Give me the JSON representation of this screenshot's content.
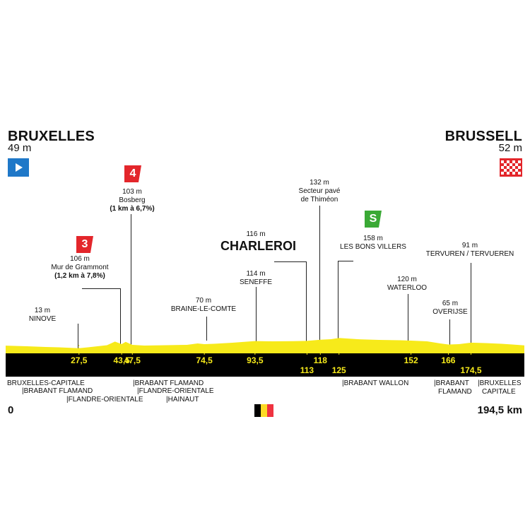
{
  "start": {
    "name": "BRUXELLES",
    "altitude": "49 m",
    "km": "0"
  },
  "finish": {
    "name": "BRUSSELL",
    "altitude": "52 m",
    "km": "194,5 km"
  },
  "climbs": [
    {
      "category": "3",
      "altitude": "106 m",
      "name": "Mur de Grammont",
      "detail": "(1,2 km à 7,8%)",
      "color": "#e3262b"
    },
    {
      "category": "4",
      "altitude": "103 m",
      "name": "Bosberg",
      "detail": "(1 km à 6,7%)",
      "color": "#e3262b"
    },
    {
      "category": "S",
      "altitude": "158 m",
      "name": "LES BONS VILLERS",
      "color": "#3aa935"
    }
  ],
  "places": [
    {
      "altitude": "13 m",
      "name": "NINOVE"
    },
    {
      "altitude": "70 m",
      "name": "BRAINE-LE-COMTE"
    },
    {
      "altitude": "114 m",
      "name": "SENEFFE"
    },
    {
      "altitude": "116 m",
      "name": "CHARLEROI"
    },
    {
      "altitude": "132 m",
      "name": "Secteur pavé",
      "name2": "de Thiméon"
    },
    {
      "altitude": "120 m",
      "name": "WATERLOO"
    },
    {
      "altitude": "65 m",
      "name": "OVERIJSE"
    },
    {
      "altitude": "91 m",
      "name": "TERVUREN / TERVUEREN"
    }
  ],
  "regions": [
    {
      "lines": [
        "BRUXELLES-CAPITALE"
      ]
    },
    {
      "lines": [
        "|BRABANT FLAMAND"
      ]
    },
    {
      "lines": [
        "|FLANDRE-ORIENTALE"
      ]
    },
    {
      "lines": [
        "|BRABANT FLAMAND"
      ]
    },
    {
      "lines": [
        "|FLANDRE-ORIENTALE"
      ]
    },
    {
      "lines": [
        "|HAINAUT"
      ]
    },
    {
      "lines": [
        "|BRABANT WALLON"
      ]
    },
    {
      "lines": [
        "|BRABANT",
        "FLAMAND"
      ]
    },
    {
      "lines": [
        "|BRUXELLES",
        "CAPITALE"
      ]
    }
  ],
  "country_flag": {
    "colors": [
      "#000000",
      "#fdda24",
      "#ef3340"
    ]
  },
  "colors": {
    "profile": "#f7ea1a",
    "band": "#000000",
    "km_text": "#f7ea1a"
  },
  "chart_data": {
    "type": "area",
    "title": "",
    "xlabel": "",
    "ylabel": "",
    "xlim": [
      0,
      194.5
    ],
    "km_markers": [
      {
        "km": 27.5,
        "label": "27,5"
      },
      {
        "km": 43.5,
        "label": "43,5"
      },
      {
        "km": 47.5,
        "label": "47,5"
      },
      {
        "km": 74.5,
        "label": "74,5"
      },
      {
        "km": 93.5,
        "label": "93,5"
      },
      {
        "km": 113,
        "label": "113"
      },
      {
        "km": 118,
        "label": "118"
      },
      {
        "km": 125,
        "label": "125"
      },
      {
        "km": 152,
        "label": "152"
      },
      {
        "km": 166,
        "label": "166"
      },
      {
        "km": 174.5,
        "label": "174,5"
      }
    ],
    "series": [
      {
        "x": [
          0,
          8,
          15,
          20,
          27.5,
          32,
          38,
          41,
          43.5,
          45,
          47.5,
          52,
          60,
          68,
          72,
          74.5,
          78,
          85,
          93.5,
          100,
          108,
          113,
          118,
          122,
          125,
          132,
          140,
          148,
          152,
          158,
          163,
          166,
          170,
          174.5,
          180,
          186,
          190,
          194.5
        ],
        "y": [
          49,
          40,
          30,
          25,
          13,
          30,
          55,
          106,
          70,
          103,
          60,
          50,
          55,
          60,
          80,
          70,
          75,
          90,
          114,
          110,
          112,
          116,
          132,
          140,
          158,
          140,
          130,
          125,
          120,
          110,
          80,
          65,
          70,
          91,
          85,
          75,
          65,
          52
        ]
      }
    ]
  }
}
